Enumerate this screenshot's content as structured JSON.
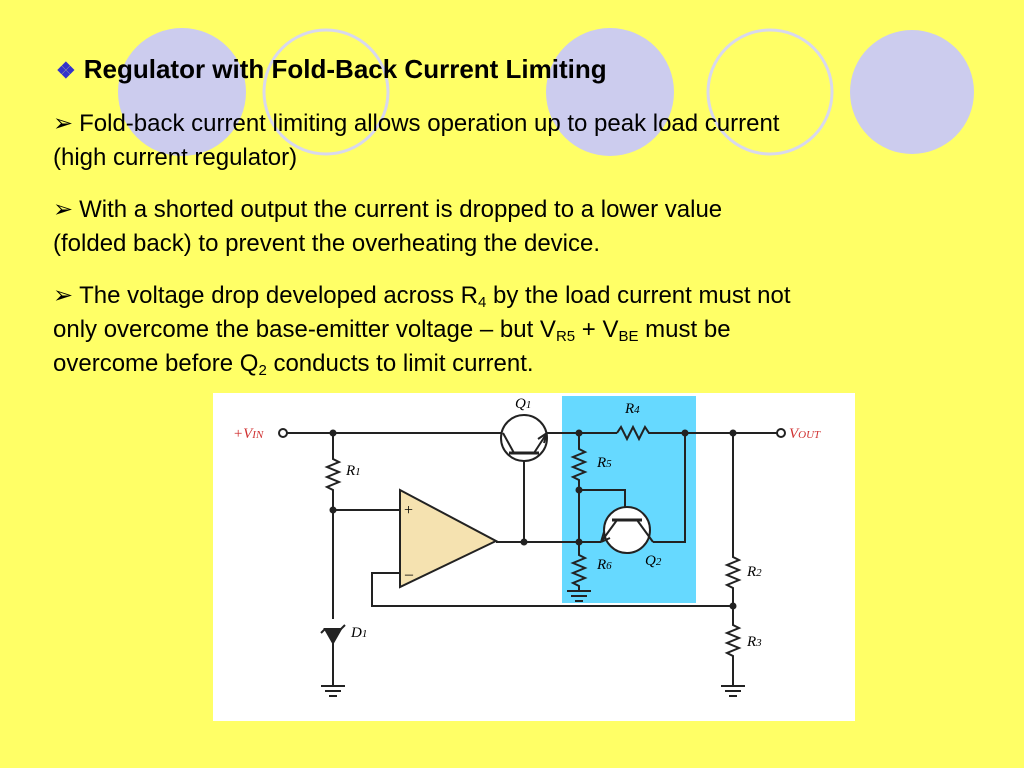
{
  "slide": {
    "title": "Regulator with Fold-Back Current Limiting",
    "bullets": [
      {
        "lines": [
          "Fold-back current limiting allows operation up to peak load current",
          "(high current regulator)"
        ]
      },
      {
        "lines": [
          "With a shorted output the current is dropped to a lower value",
          "(folded back) to prevent the overheating the device."
        ]
      },
      {
        "l1_a": "The voltage drop developed across R",
        "l1_sub": "4",
        "l1_b": " by the load current must not",
        "l2_a": "only overcome the base-emitter voltage – but V",
        "l2_sub1": "R5",
        "l2_b": " + V",
        "l2_sub2": "BE",
        "l2_c": " must be",
        "l3_a": "overcome before Q",
        "l3_sub": "2",
        "l3_b": " conducts to limit current."
      }
    ]
  },
  "circuit": {
    "vin": {
      "main": "+V",
      "sub": "IN"
    },
    "vout": {
      "main": "V",
      "sub": "OUT"
    },
    "q1": {
      "main": "Q",
      "sub": "1"
    },
    "q2": {
      "main": "Q",
      "sub": "2"
    },
    "r1": {
      "main": "R",
      "sub": "1"
    },
    "r2": {
      "main": "R",
      "sub": "2"
    },
    "r3": {
      "main": "R",
      "sub": "3"
    },
    "r4": {
      "main": "R",
      "sub": "4"
    },
    "r5": {
      "main": "R",
      "sub": "5"
    },
    "r6": {
      "main": "R",
      "sub": "6"
    },
    "d1": {
      "main": "D",
      "sub": "1"
    },
    "opamp_plus": "+",
    "opamp_minus": "–"
  },
  "colors": {
    "background": "#FFFF66",
    "decor_circle": "#CCCCEE",
    "highlight": "#66D9FF",
    "opamp_fill": "#F5E2B0",
    "terminal_label": "#D03030"
  }
}
